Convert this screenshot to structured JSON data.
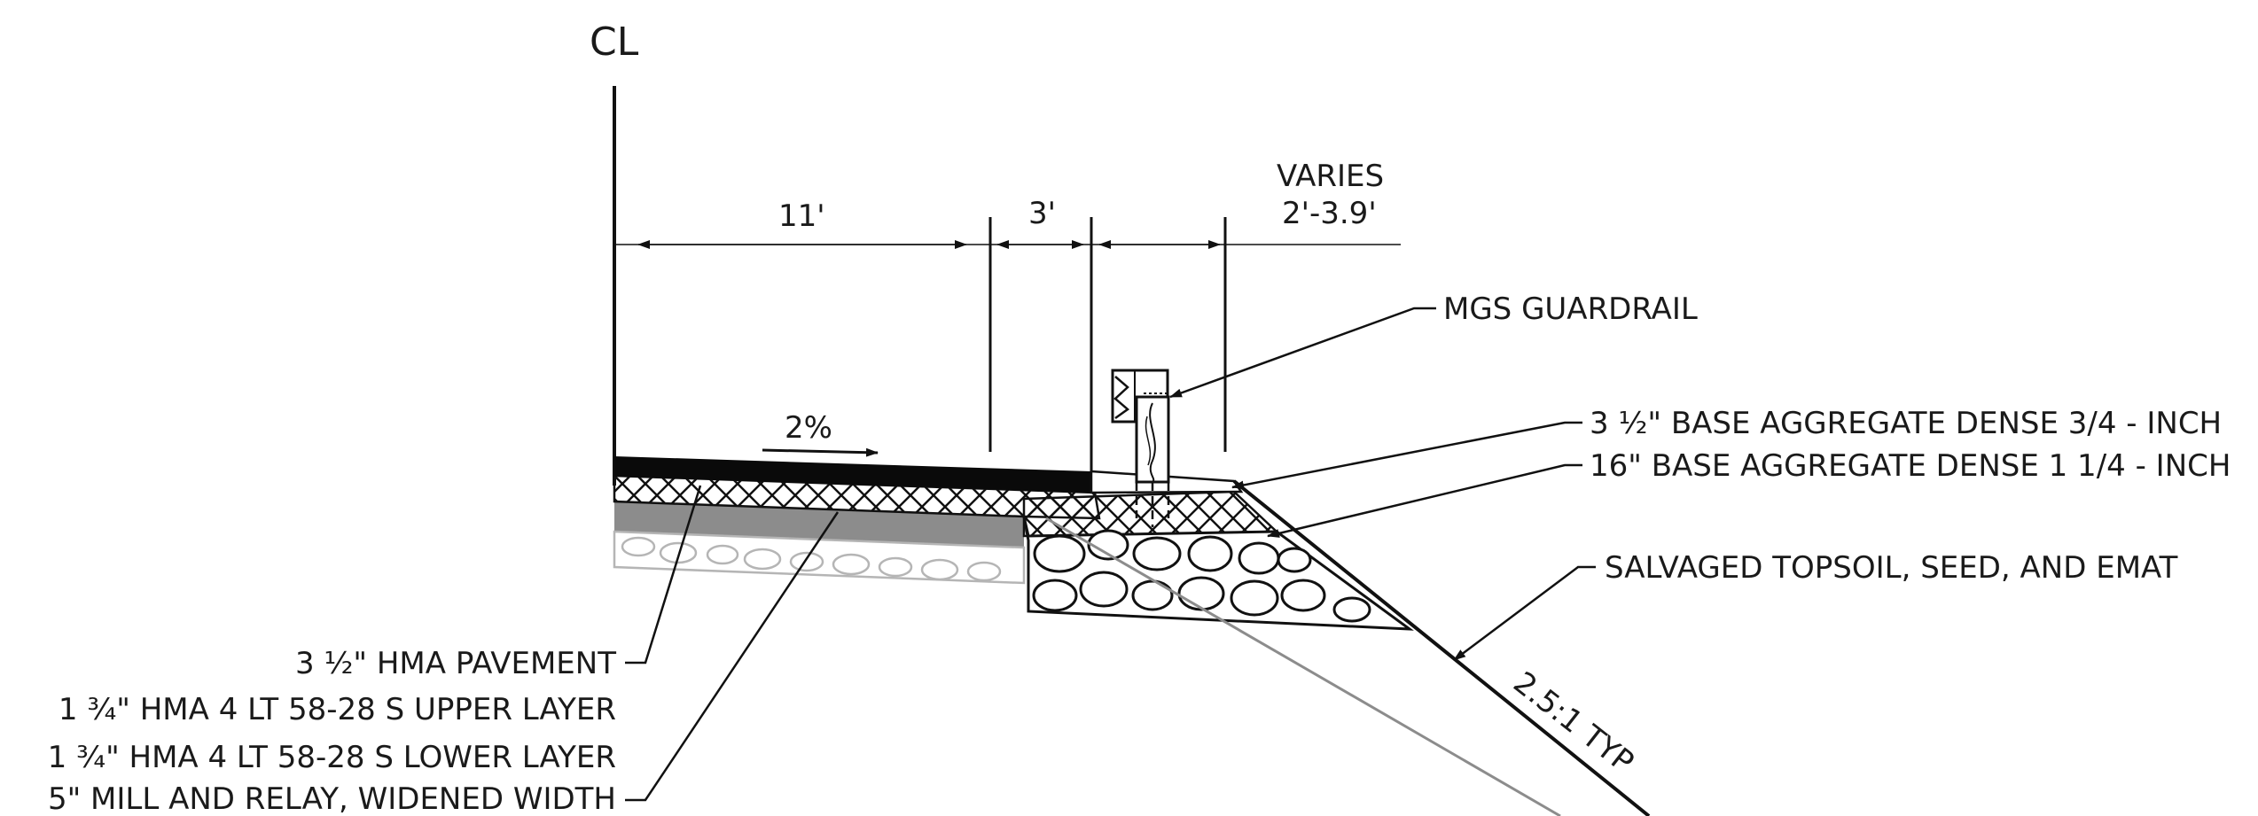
{
  "centerline": "CL",
  "dimensions": {
    "lane_width": "11'",
    "shoulder_width": "3'",
    "varies_line1": "VARIES",
    "varies_line2": "2'-3.9'"
  },
  "slope_arrow": "2%",
  "side_slope": "2.5:1 TYP",
  "right_callouts": {
    "guardrail": "MGS GUARDRAIL",
    "base_aggregate_top": "3 ½\" BASE AGGREGATE DENSE  3/4 - INCH",
    "base_aggregate_bottom": "16\" BASE AGGREGATE DENSE 1 1/4 - INCH",
    "topsoil": "SALVAGED TOPSOIL, SEED, AND EMAT"
  },
  "left_callouts": {
    "hma_pavement": "3 ½\" HMA PAVEMENT",
    "upper_layer": "1 ¾\" HMA 4 LT 58-28 S UPPER LAYER",
    "lower_layer": "1 ¾\" HMA 4 LT 58-28 S LOWER LAYER",
    "mill_relay": "5\" MILL AND RELAY, WIDENED WIDTH"
  },
  "colors": {
    "line": "#111111",
    "pavement": "#0a0a0a",
    "existing_layer": "#8c8c8c",
    "existing_rock": "#b5b5b5"
  }
}
